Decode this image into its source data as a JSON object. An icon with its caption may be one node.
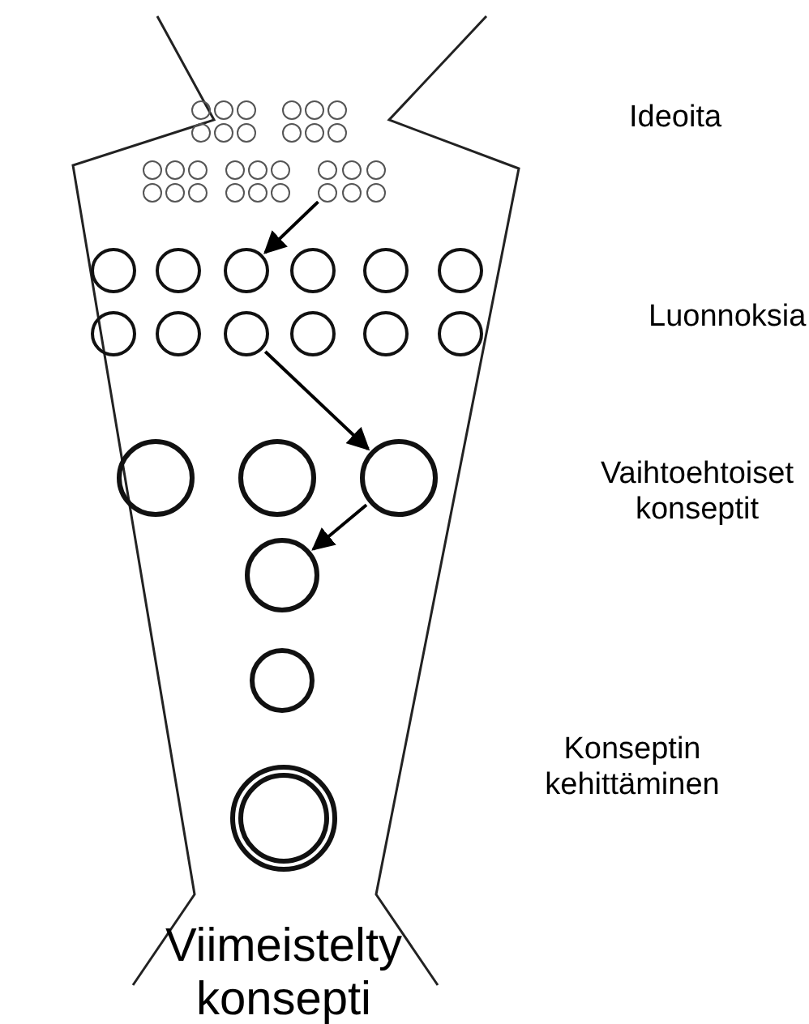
{
  "diagram": {
    "nodes": [
      {
        "text": [],
        "shape": "circle"
      },
      {
        "text": [],
        "shape": "circle"
      },
      {
        "text": [],
        "shape": "circle"
      },
      {
        "text": [],
        "shape": "circle"
      },
      {
        "text": [],
        "shape": "circle"
      },
      {
        "text": [],
        "shape": "circle"
      },
      {
        "text": [],
        "shape": "circle"
      },
      {
        "text": [],
        "shape": "circle"
      },
      {
        "text": [],
        "shape": "circle"
      },
      {
        "text": [],
        "shape": "circle"
      },
      {
        "text": [],
        "shape": "circle"
      },
      {
        "text": [],
        "shape": "circle"
      },
      {
        "text": [],
        "shape": "circle"
      },
      {
        "text": [],
        "shape": "circle"
      },
      {
        "text": [],
        "shape": "circle"
      },
      {
        "text": [],
        "shape": "circle"
      },
      {
        "text": [],
        "shape": "circle"
      },
      {
        "text": [],
        "shape": "circle"
      },
      {
        "text": [],
        "shape": "circle"
      },
      {
        "text": [],
        "shape": "circle"
      },
      {
        "text": [],
        "shape": "circle"
      },
      {
        "text": [],
        "shape": "circle"
      },
      {
        "text": [],
        "shape": "circle"
      },
      {
        "text": [],
        "shape": "circle"
      },
      {
        "text": [],
        "shape": "circle"
      },
      {
        "text": [],
        "shape": "circle"
      },
      {
        "text": [],
        "shape": "circle"
      },
      {
        "text": [],
        "shape": "circle"
      },
      {
        "text": [],
        "shape": "circle"
      },
      {
        "text": [],
        "shape": "circle"
      },
      {
        "text": [],
        "shape": "circle"
      },
      {
        "text": [],
        "shape": "circle"
      },
      {
        "text": [],
        "shape": "circle"
      },
      {
        "text": [],
        "shape": "circle"
      },
      {
        "text": [],
        "shape": "circle"
      },
      {
        "text": [],
        "shape": "circle"
      },
      {
        "text": [],
        "shape": "circle"
      },
      {
        "text": [],
        "shape": "circle"
      },
      {
        "text": [],
        "shape": "circle"
      },
      {
        "text": [],
        "shape": "circle"
      },
      {
        "text": [],
        "shape": "circle"
      },
      {
        "text": [],
        "shape": "circle"
      },
      {
        "text": [],
        "shape": "circle"
      },
      {
        "text": [],
        "shape": "circle"
      },
      {
        "text": [],
        "shape": "circle"
      },
      {
        "text": [],
        "shape": "circle"
      },
      {
        "text": [],
        "shape": "circle"
      },
      {
        "text": [],
        "shape": "circle"
      }
    ],
    "edges": [
      {
        "from": 27,
        "to": 32,
        "arrow": "to"
      },
      {
        "from": 38,
        "to": 44,
        "arrow": "to"
      },
      {
        "from": 44,
        "to": 45,
        "arrow": "to"
      }
    ],
    "labels": [
      "Ideoita",
      "Luonnoksia",
      "Vaihtoehtoiset konseptit",
      "Konseptin kehittäminen",
      "Viimeistelty konsepti"
    ]
  }
}
